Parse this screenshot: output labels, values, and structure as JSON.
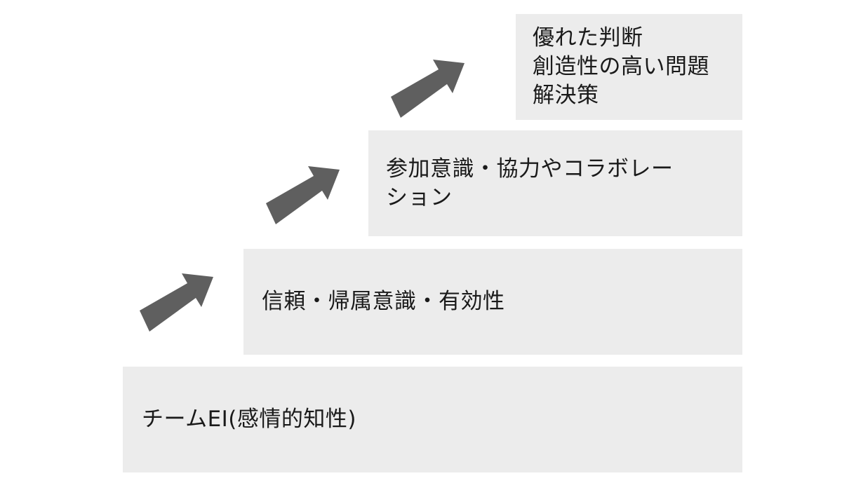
{
  "steps": [
    {
      "lines": [
        "チームEI(感情的知性)"
      ]
    },
    {
      "lines": [
        "信頼・帰属意識・有効性"
      ]
    },
    {
      "lines": [
        "参加意識・協力やコラボレー",
        "ション"
      ]
    },
    {
      "lines": [
        "優れた判断",
        "創造性の高い問題",
        "解決策"
      ]
    }
  ],
  "colors": {
    "step_fill": "#ececec",
    "arrow_fill": "#5f5f5f",
    "text": "#1a1a1a",
    "background": "#ffffff"
  },
  "icons": {
    "arrow": "diagonal-up-right-arrow-icon"
  }
}
